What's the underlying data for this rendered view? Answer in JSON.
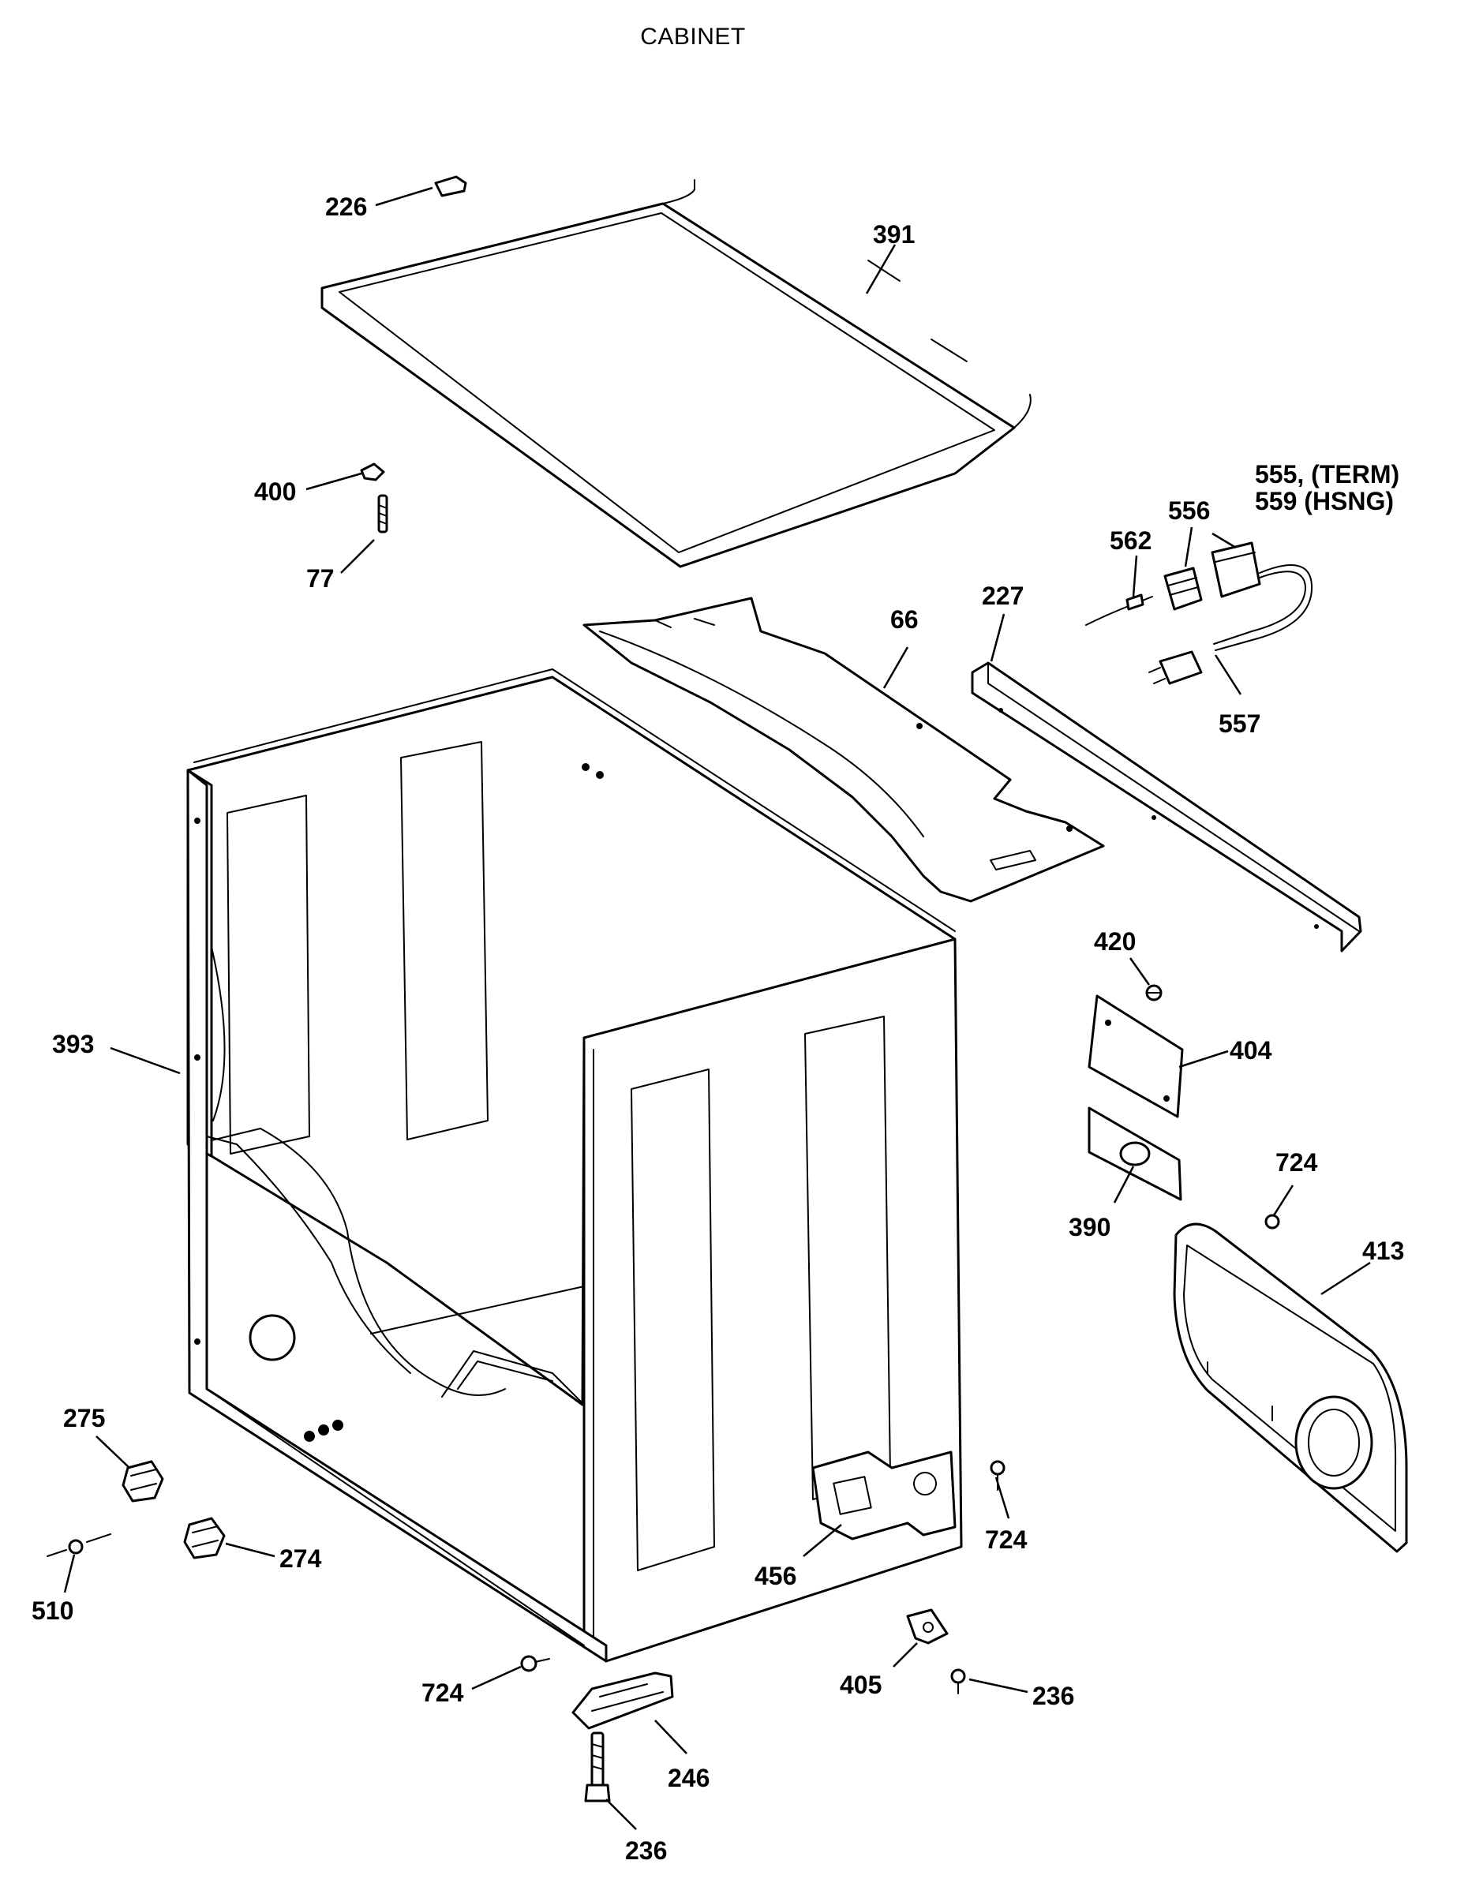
{
  "title": "CABINET",
  "callouts": {
    "c226": "226",
    "c391": "391",
    "c400": "400",
    "c77": "77",
    "c555": "555, (TERM)",
    "c559": "559  (HSNG)",
    "c556": "556",
    "c562": "562",
    "c227": "227",
    "c66": "66",
    "c557": "557",
    "c420": "420",
    "c404": "404",
    "c393": "393",
    "c724_a": "724",
    "c390": "390",
    "c413": "413",
    "c275": "275",
    "c274": "274",
    "c510": "510",
    "c724_b": "724",
    "c456": "456",
    "c405": "405",
    "c236_a": "236",
    "c724_c": "724",
    "c246": "246",
    "c236_b": "236"
  }
}
